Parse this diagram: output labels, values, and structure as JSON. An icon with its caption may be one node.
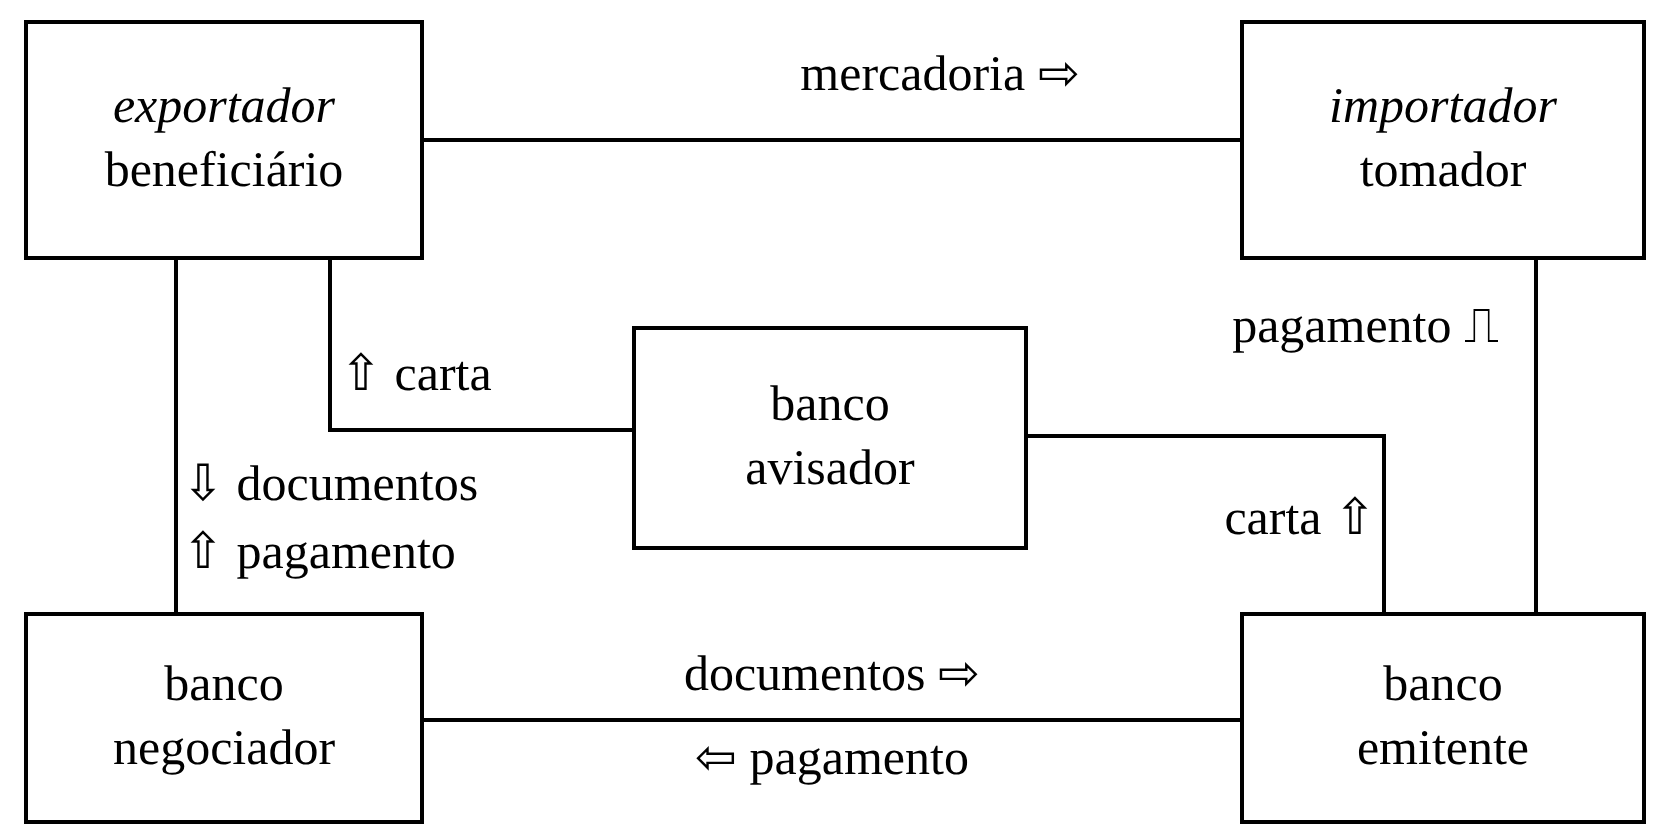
{
  "diagram": {
    "nodes": [
      {
        "text": [
          "exportador",
          "beneficiário"
        ]
      },
      {
        "text": [
          "importador",
          "tomador"
        ]
      },
      {
        "text": [
          "banco avisador"
        ]
      },
      {
        "text": [
          "banco negociador"
        ]
      },
      {
        "text": [
          "banco emitente"
        ]
      }
    ],
    "edges": [
      {
        "from": 0,
        "to": 1,
        "arrow": "none",
        "label": "mercadoria ⇨"
      },
      {
        "from": 0,
        "to": 2,
        "arrow": "none",
        "label": "⇧ carta"
      },
      {
        "from": 0,
        "to": 3,
        "arrow": "none",
        "label": "⇩ documentos ⇧ pagamento"
      },
      {
        "from": 2,
        "to": 4,
        "arrow": "none",
        "label": "carta ⇧"
      },
      {
        "from": 1,
        "to": 4,
        "arrow": "none",
        "label": "pagamento ⎍"
      },
      {
        "from": 3,
        "to": 4,
        "arrow": "none",
        "label": "documentos ⇨"
      }
    ],
    "labels": [
      "⇦ pagamento"
    ]
  }
}
